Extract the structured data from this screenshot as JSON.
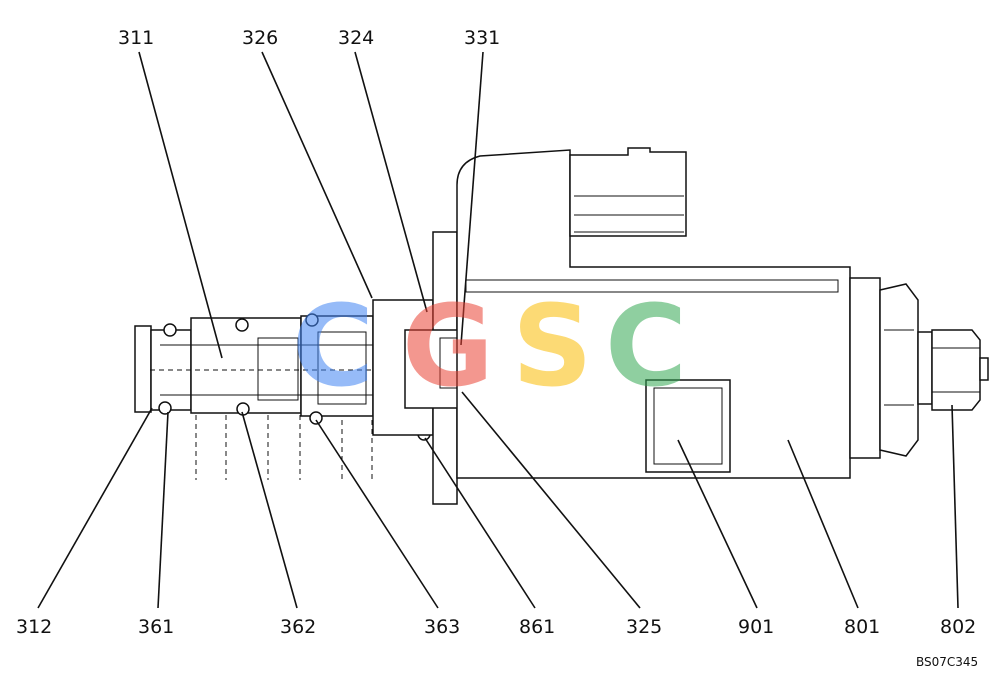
{
  "top_labels": [
    "311",
    "326",
    "324",
    "331"
  ],
  "bottom_labels": [
    "312",
    "361",
    "362",
    "363",
    "861",
    "325",
    "901",
    "801",
    "802"
  ],
  "reference_code": "BS07C345",
  "watermark": {
    "letters": [
      "C",
      "G",
      "S",
      "C"
    ],
    "colors": [
      "#4285f4",
      "#ea4335",
      "#fbbc05",
      "#34a853"
    ]
  }
}
